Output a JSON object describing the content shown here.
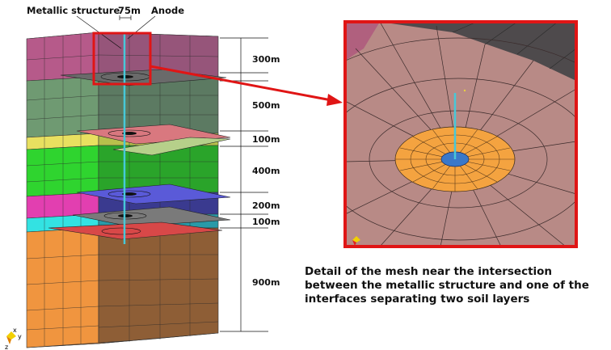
{
  "labels": {
    "metallic_structure": "Metallic structure",
    "dimension_75": "75m",
    "anode": "Anode"
  },
  "dimensions": [
    "300m",
    "500m",
    "100m",
    "400m",
    "200m",
    "100m",
    "900m"
  ],
  "caption": "Detail of the mesh near the intersection between the metallic structure and one of the interfaces separating two soil layers",
  "colors": {
    "layer_top": "#b05a85",
    "layer_gray_green": "#6e9a6e",
    "layer_green": "#2fcf2f",
    "layer_orange": "#e8923e",
    "highlight_box": "#e01515",
    "detail_background": "#b98a86",
    "detail_disc": "#f4a340",
    "detail_core": "#3a78c9",
    "structure_line": "#47c8d8"
  },
  "axis_triad": {
    "x": "x",
    "y": "y",
    "z": "z"
  }
}
